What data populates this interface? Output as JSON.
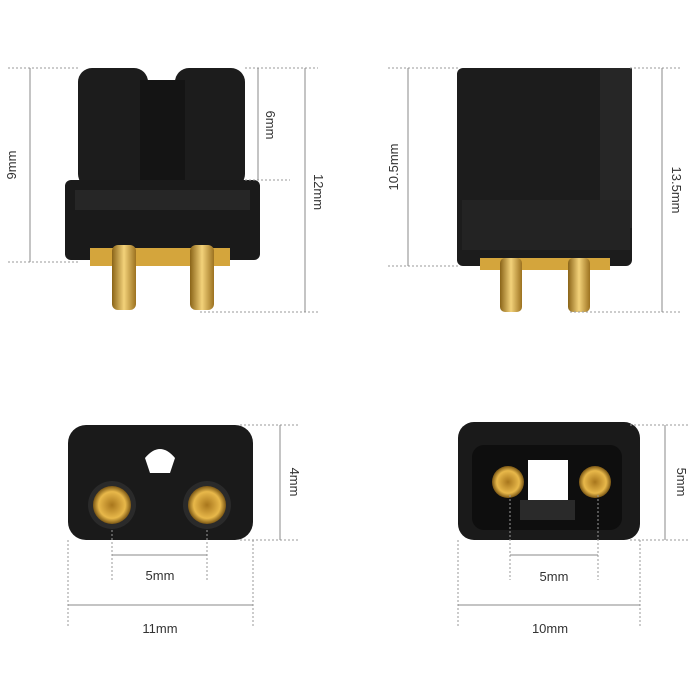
{
  "colors": {
    "body": "#1a1a1a",
    "body_highlight": "#2e2e2e",
    "gold": "#d4a53c",
    "dimension_line": "#999999",
    "label_text": "#333333"
  },
  "views": {
    "female_side": {
      "height_body": "9mm",
      "height_upper": "6mm",
      "height_total": "12mm"
    },
    "male_side": {
      "height_body": "10.5mm",
      "height_total": "13.5mm"
    },
    "female_front": {
      "height": "4mm",
      "pin_spacing": "5mm",
      "width": "11mm"
    },
    "male_front": {
      "height": "5mm",
      "pin_spacing": "5mm",
      "width": "10mm"
    }
  }
}
